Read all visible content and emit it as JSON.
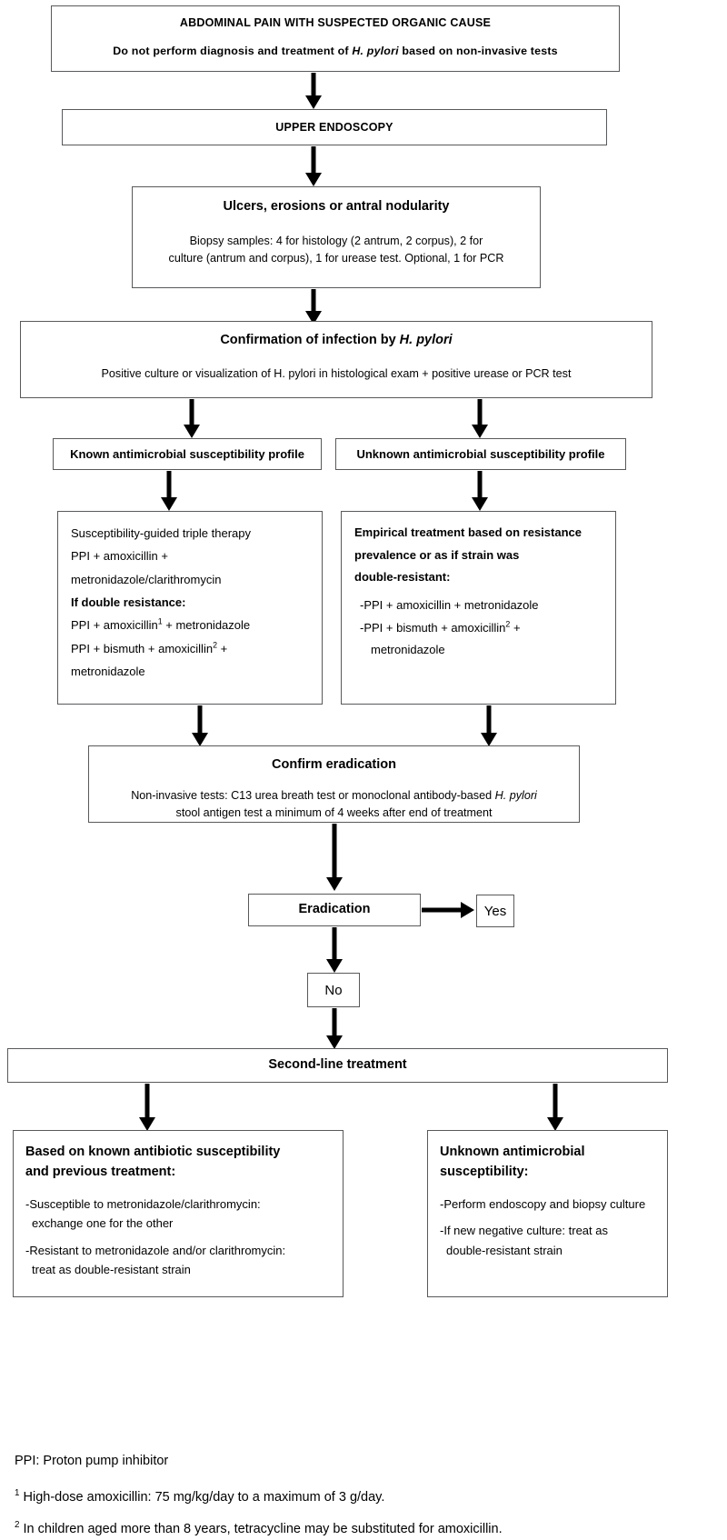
{
  "diagram": {
    "title": "H. pylori diagnosis and treatment algorithm",
    "nodes": {
      "abdominal_pain": {
        "line1": "ABDOMINAL PAIN WITH SUSPECTED ORGANIC CAUSE",
        "line2_pre": "Do not perform diagnosis and treatment of ",
        "line2_italic": "H. pylori",
        "line2_post": " based on non-invasive tests"
      },
      "upper_endoscopy": {
        "label": "UPPER ENDOSCOPY"
      },
      "ulcers": {
        "title": "Ulcers, erosions or antral nodularity",
        "body_line1": "Biopsy samples: 4 for histology (2 antrum, 2 corpus), 2 for",
        "body_line2": "culture (antrum and corpus), 1 for urease test. Optional, 1 for PCR"
      },
      "confirmation": {
        "title_pre": "Confirmation of infection by ",
        "title_italic": "H. pylori",
        "body": "Positive culture or visualization of H. pylori in histological exam + positive urease or PCR test"
      },
      "known_profile": {
        "label": "Known antimicrobial susceptibility profile"
      },
      "unknown_profile": {
        "label": "Unknown antimicrobial susceptibility profile"
      },
      "known_treatment": {
        "lines": [
          "Susceptibility-guided triple therapy",
          "PPI + amoxicillin +",
          "metronidazole/clarithromycin",
          "If double resistance:",
          "PPI + amoxicillin1 + metronidazole",
          "PPI + bismuth + amoxicillin2 +",
          "metronidazole"
        ],
        "line1": "Susceptibility-guided triple therapy",
        "line2": "PPI + amoxicillin +",
        "line3": "metronidazole/clarithromycin",
        "line4_bold": "If double resistance:",
        "line5_pre": "PPI + amoxicillin",
        "line5_sup": "1",
        "line5_post": " + metronidazole",
        "line6_pre": "PPI + bismuth + amoxicillin",
        "line6_sup": "2",
        "line6_post": " +",
        "line7": "metronidazole"
      },
      "unknown_treatment": {
        "head_line1": "Empirical treatment based on resistance",
        "head_line2": "prevalence or as if strain was",
        "head_line3": "double-resistant:",
        "item1": "-PPI + amoxicillin + metronidazole",
        "item2_pre": "-PPI + bismuth + amoxicillin",
        "item2_sup": "2",
        "item2_post": " +",
        "item3": "metronidazole"
      },
      "confirm_eradication": {
        "title": "Confirm eradication",
        "body_line1_pre": "Non-invasive tests: C13 urea breath test or monoclonal antibody-based ",
        "body_line1_italic": "H. pylori",
        "body_line2": "stool antigen test a minimum of 4 weeks after end of treatment"
      },
      "eradication": {
        "label": "Eradication"
      },
      "yes": {
        "label": "Yes"
      },
      "no": {
        "label": "No"
      },
      "second_line": {
        "label": "Second-line treatment"
      },
      "known_second": {
        "head_line1": "Based on known antibiotic susceptibility",
        "head_line2": "and previous treatment:",
        "item1_line1": "-Susceptible to metronidazole/clarithromycin:",
        "item1_line2": "exchange one for the other",
        "item2_line1": "-Resistant to metronidazole and/or clarithromycin:",
        "item2_line2": "treat as double-resistant strain"
      },
      "unknown_second": {
        "head_line1": "Unknown antimicrobial",
        "head_line2": "susceptibility:",
        "item1": "-Perform endoscopy and biopsy culture",
        "item2_line1": "-If new negative culture: treat as",
        "item2_line2": "double-resistant strain"
      }
    },
    "footnotes": {
      "abbreviation": "PPI: Proton pump inhibitor",
      "note1_marker": "1",
      "note1_text": " High-dose amoxicillin: 75 mg/kg/day to a maximum of 3 g/day.",
      "note2_marker": "2",
      "note2_text": " In children aged more than 8 years, tetracycline may be substituted for amoxicillin."
    },
    "colors": {
      "border": "#58595b",
      "text": "#000000",
      "background": "#ffffff",
      "arrow": "#000000"
    }
  }
}
